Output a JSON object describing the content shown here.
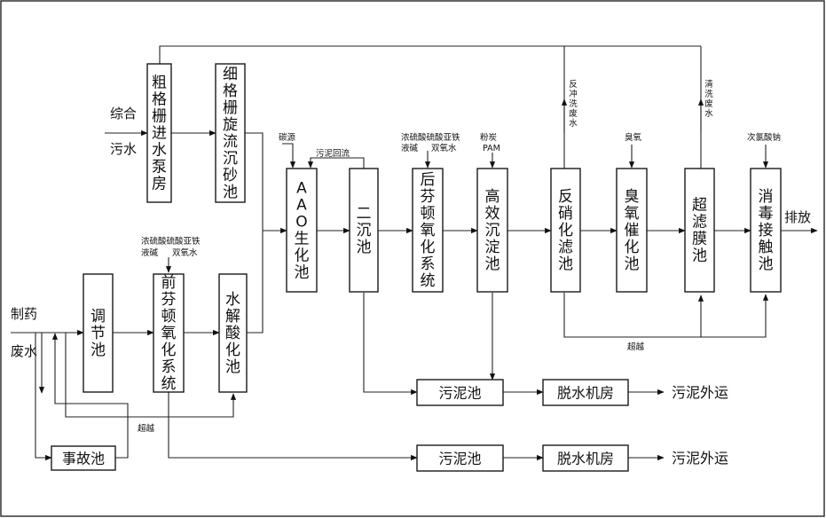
{
  "boxes": {
    "coarse_screen": "粗格栅进水泵房",
    "fine_screen": "细格栅旋流沉砂池",
    "aao": "AAO生化池",
    "secondary": "二沉池",
    "post_fenton": "后芬顿氧化系统",
    "hedc": "高效沉淀池",
    "denitri": "反硝化滤池",
    "ozone": "臭氧催化池",
    "uf": "超滤膜池",
    "disinfect": "消毒接触池",
    "adjust": "调节池",
    "pre_fenton": "前芬顿氧化系统",
    "hydrolysis": "水解酸化池",
    "accident": "事故池",
    "sludge1": "污泥池",
    "dewater1": "脱水机房",
    "sludge2": "污泥池",
    "dewater2": "脱水机房"
  },
  "labels": {
    "inflow1_a": "综合",
    "inflow1_b": "污水",
    "inflow2_a": "制药",
    "inflow2_b": "废水",
    "discharge": "排放",
    "sludge_out1": "污泥外运",
    "sludge_out2": "污泥外运",
    "carbon": "碳源",
    "sludge_return": "污泥回流",
    "post_chem_a": "浓硫酸硫酸亚铁",
    "post_chem_b": "液碱",
    "post_chem_c": "双氧水",
    "pre_chem_a": "浓硫酸硫酸亚铁",
    "pre_chem_b": "液碱",
    "pre_chem_c": "双氧水",
    "powder_carbon": "粉炭",
    "pam": "PAM",
    "backwash": "反冲洗废水",
    "clean_waste": "清洗废水",
    "ozone_in": "臭氧",
    "naclo": "次氯酸钠",
    "bypass1": "超越",
    "bypass2": "超越"
  }
}
